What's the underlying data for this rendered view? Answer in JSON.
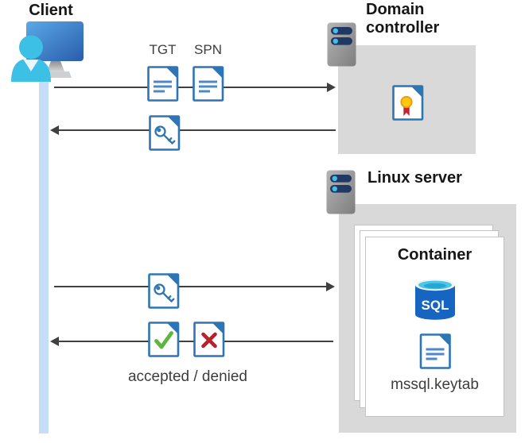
{
  "client": {
    "label": "Client"
  },
  "domain_controller": {
    "label": "Domain controller"
  },
  "linux_server": {
    "label": "Linux server"
  },
  "container": {
    "title": "Container",
    "sql_icon_label": "SQL",
    "keytab_label": "mssql.keytab"
  },
  "flows": {
    "tgt_label": "TGT",
    "spn_label": "SPN",
    "result_label": "accepted / denied"
  },
  "icons": {
    "client_icon": "monitor-with-user",
    "server_icon": "server-rack",
    "ticket_document_icon": "document-with-text-lines",
    "key_ticket_icon": "document-with-key",
    "certificate_icon": "document-with-certificate-seal",
    "accepted_icon": "document-with-green-check",
    "denied_icon": "document-with-red-x",
    "sql_database_icon": "sql-database-cylinder",
    "keytab_file_icon": "document-with-text-lines"
  },
  "colors": {
    "document_blue": "#2e75b6",
    "document_line_blue": "#4e88c8",
    "accept_green": "#5cb63f",
    "deny_red": "#b5242b",
    "sql_body_blue": "#1565c1",
    "sql_top_cyan": "#4cc5e8",
    "person_cyan": "#3cc0e5",
    "monitor_blue": "#2a5cab",
    "server_bar_navy": "#1f3864",
    "server_dot_blue": "#47bce8",
    "system_box_gray": "#d9d9d9",
    "lifeline_blue": "#c6dcf7",
    "arrow_gray": "#404040",
    "cert_seal_yellow": "#ffc810",
    "cert_ribbon_red": "#c4252c"
  }
}
